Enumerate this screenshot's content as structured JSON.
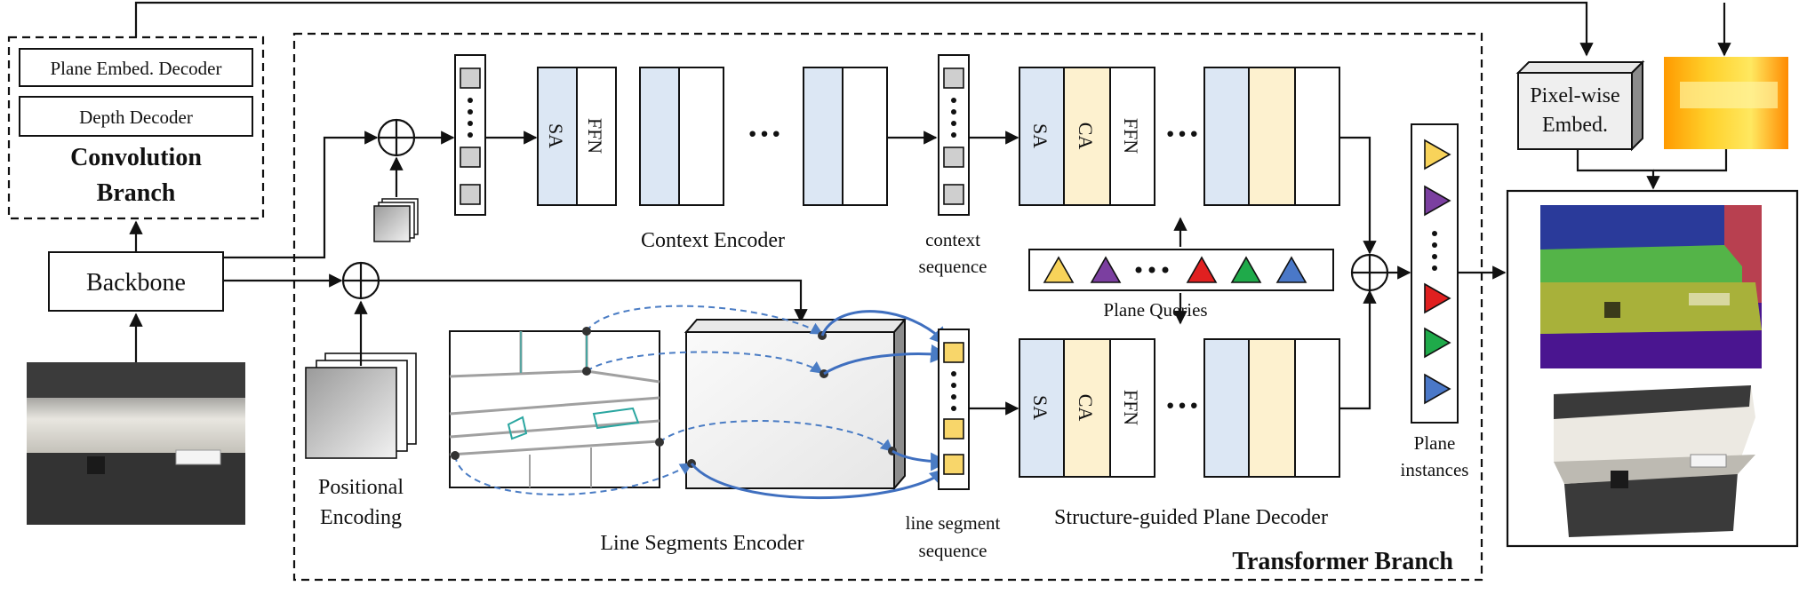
{
  "colors": {
    "sa_block": "#dce7f4",
    "ca_block": "#fdf1cf",
    "line_seq_token": "#f8d66a",
    "dashed_link": "#4a7cc4",
    "solid_link": "#3f6fbf",
    "token_gray": "#cfcfcf"
  },
  "convolution_branch": {
    "plane_embed_decoder": "Plane Embed. Decoder",
    "depth_decoder": "Depth Decoder",
    "title_line1": "Convolution",
    "title_line2": "Branch"
  },
  "backbone": {
    "label": "Backbone"
  },
  "positional_encoding": {
    "line1": "Positional",
    "line2": "Encoding"
  },
  "context_encoder": {
    "label": "Context Encoder",
    "sa": "SA",
    "ffn": "FFN",
    "ellipsis": "···"
  },
  "context_sequence": {
    "line1": "context",
    "line2": "sequence"
  },
  "line_segments_encoder": {
    "label": "Line Segments Encoder"
  },
  "line_segment_sequence": {
    "line1": "line segment",
    "line2": "sequence"
  },
  "plane_decoder": {
    "label": "Structure-guided Plane Decoder",
    "sa": "SA",
    "ca": "CA",
    "ffn": "FFN"
  },
  "plane_queries": {
    "label": "Plane Queries",
    "colors": [
      "#f8d35a",
      "#7b3fa0",
      "#e02020",
      "#1faa4a",
      "#4a78c8"
    ]
  },
  "plane_instances": {
    "line1": "Plane",
    "line2": "instances",
    "colors": [
      "#f8d35a",
      "#7b3fa0",
      "#e02020",
      "#1faa4a",
      "#4a78c8"
    ]
  },
  "pixel_embed": {
    "line1": "Pixel-wise",
    "line2": "Embed."
  },
  "transformer_branch": {
    "title": "Transformer Branch"
  }
}
